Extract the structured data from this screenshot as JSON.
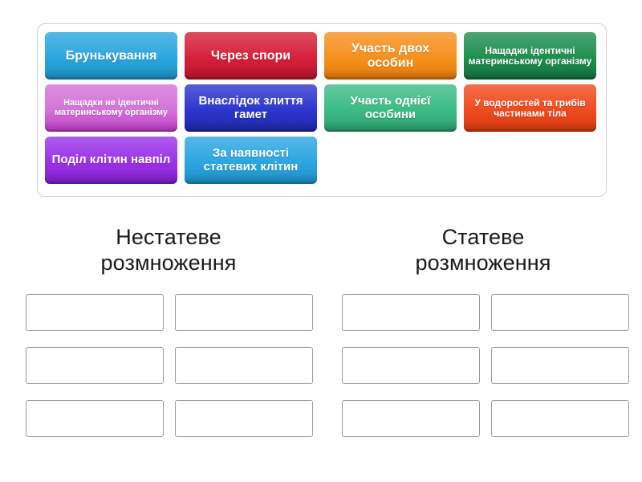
{
  "activity": {
    "type": "group-sort",
    "language": "uk"
  },
  "tray": {
    "tiles": [
      {
        "label": "Брунькування",
        "color": "#2BA6E0",
        "color_dark": "#1E8FC6",
        "size": "lg"
      },
      {
        "label": "Через спори",
        "color": "#D6203A",
        "color_dark": "#B4152C",
        "size": "lg"
      },
      {
        "label": "Участь двох особин",
        "color": "#F7901E",
        "color_dark": "#E07A0C",
        "size": "lg"
      },
      {
        "label": "Нащадки ідентичні материнському організму",
        "color": "#1E8F4E",
        "color_dark": "#147040",
        "size": "sm"
      },
      {
        "label": "Нащадки не ідентичні материнському організму",
        "color": "#D473D8",
        "color_dark": "#C03CC8",
        "size": "xs"
      },
      {
        "label": "Внаслідок злиття гамет",
        "color": "#2D36CE",
        "color_dark": "#1F27A8",
        "size": "md"
      },
      {
        "label": "Участь однієї особини",
        "color": "#3CBB86",
        "color_dark": "#2C9E6D",
        "size": "md"
      },
      {
        "label": "У водоростей та грибів частинами тіла",
        "color": "#F04B1E",
        "color_dark": "#D63A11",
        "size": "sm"
      },
      {
        "label": "Поділ клітин навпіл",
        "color": "#9A33E8",
        "color_dark": "#7D1FCB",
        "size": "md"
      },
      {
        "label": "За наявності статевих клітин",
        "color": "#2BA6E0",
        "color_dark": "#1E8FC6",
        "size": "md"
      }
    ]
  },
  "groups": [
    {
      "heading_line1": "Нестатеве",
      "heading_line2": "розмноження",
      "dropzones": [
        "",
        "",
        "",
        "",
        "",
        ""
      ]
    },
    {
      "heading_line1": "Статеве",
      "heading_line2": "розмноження",
      "dropzones": [
        "",
        "",
        "",
        "",
        "",
        ""
      ]
    }
  ],
  "colors": {
    "page_background": "#ffffff",
    "tray_border": "#d2d2d2",
    "dropzone_border": "#9a9a9a",
    "heading_text": "#1a1a1a",
    "tile_text": "#ffffff"
  }
}
